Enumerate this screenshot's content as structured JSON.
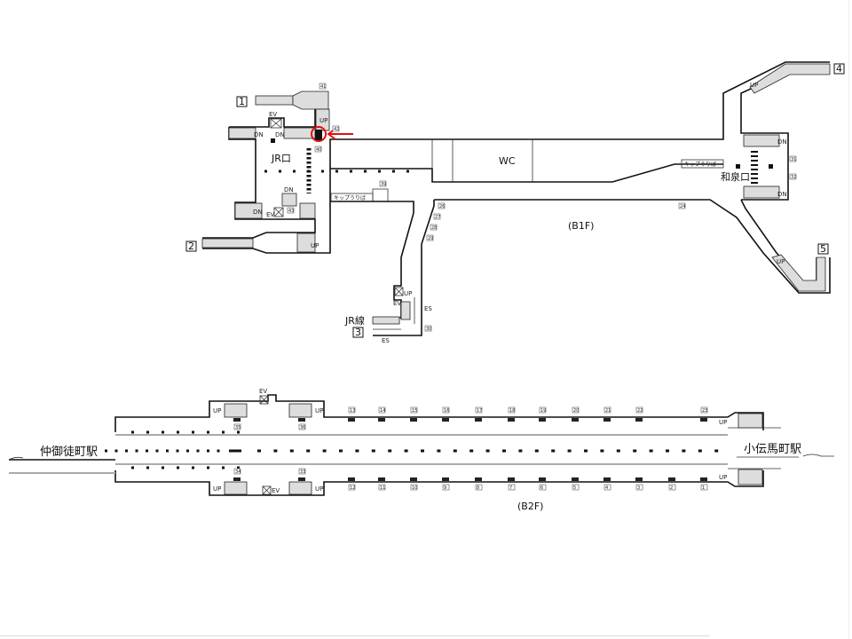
{
  "b1f": {
    "floor_label": "(B1F)",
    "wc": "WC",
    "jr_exit": "JR口",
    "izumi_exit": "和泉口",
    "jr_line": "JR線",
    "ticket_left": "キップうりば",
    "ticket_right": "キップうりば",
    "exits": [
      "1",
      "2",
      "3",
      "4",
      "5"
    ],
    "ev": "EV",
    "up": "UP",
    "dn": "DN",
    "es": "ES",
    "current_location_color": "#e01010",
    "markers": [
      "41",
      "42",
      "40",
      "39",
      "43",
      "26",
      "27",
      "28",
      "29",
      "30",
      "24",
      "31",
      "32"
    ]
  },
  "b2f": {
    "floor_label": "(B2F)",
    "station_left": "仲御徒町駅",
    "station_right": "小伝馬町駅",
    "ev": "EV",
    "up": "UP",
    "upper_markers": [
      "35",
      "36",
      "13",
      "14",
      "15",
      "16",
      "17",
      "18",
      "19",
      "20",
      "21",
      "22",
      "23"
    ],
    "lower_markers": [
      "34",
      "33",
      "12",
      "11",
      "10",
      "9",
      "8",
      "7",
      "6",
      "5",
      "4",
      "3",
      "2",
      "1"
    ]
  }
}
